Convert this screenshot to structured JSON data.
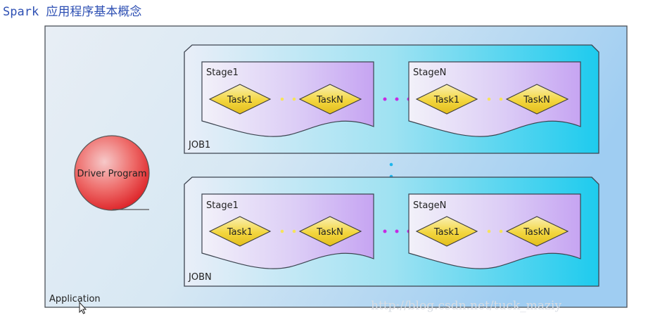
{
  "title": "Spark 应用程序基本概念",
  "application_label": "Application",
  "driver_label": "Driver Program",
  "jobs": [
    {
      "label": "JOB1",
      "stages": [
        {
          "label": "Stage1",
          "tasks": [
            "Task1",
            "TaskN"
          ]
        },
        {
          "label": "StageN",
          "tasks": [
            "Task1",
            "TaskN"
          ]
        }
      ]
    },
    {
      "label": "JOBN",
      "stages": [
        {
          "label": "Stage1",
          "tasks": [
            "Task1",
            "TaskN"
          ]
        },
        {
          "label": "StageN",
          "tasks": [
            "Task1",
            "TaskN"
          ]
        }
      ]
    }
  ],
  "watermark": "http://blog.csdn.net/tuck_maziy",
  "colors": {
    "title": "#2d4fb3",
    "task_fill": "#f3d63e",
    "driver_fill": "#e3282a",
    "job_fill": "#1ecbee",
    "stage_fill": "#c6a4f2",
    "dots_purple": "#c62be2",
    "dots_yellow": "#f6e35a",
    "dots_blue": "#1fb6ec"
  }
}
